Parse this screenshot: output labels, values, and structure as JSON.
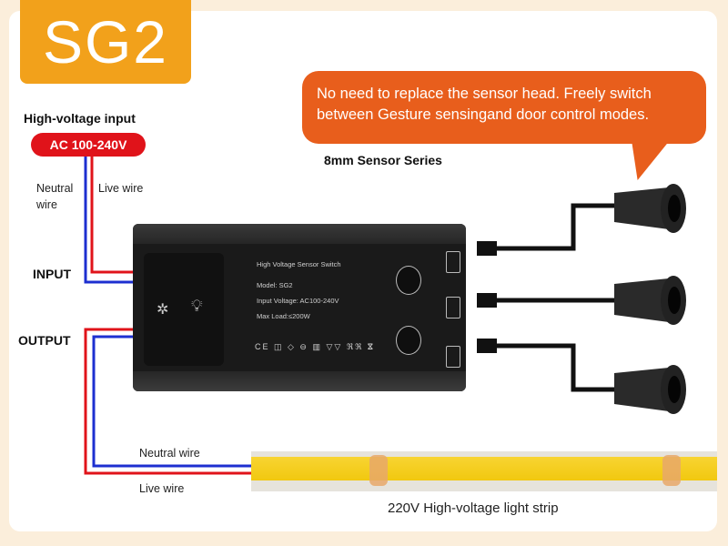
{
  "product": {
    "badge": "SG2",
    "badge_color": "#f2a11b"
  },
  "callout": {
    "line1": "No need to replace the sensor head. Freely switch",
    "line2": "between Gesture sensingand door control modes.",
    "color": "#e85e1c"
  },
  "sensors": {
    "title": "8mm Sensor Series",
    "count": 3
  },
  "input": {
    "heading": "High-voltage input",
    "voltage": "AC 100-240V",
    "neutral_label_1": "Neutral",
    "neutral_label_2": "wire",
    "live_label": "Live wire",
    "section_label": "INPUT"
  },
  "output": {
    "section_label": "OUTPUT",
    "neutral_label": "Neutral wire",
    "live_label": "Live wire"
  },
  "controller": {
    "title": "High Voltage Sensor Switch",
    "model": "Model: SG2",
    "input_voltage": "Input Voltage: AC100-240V",
    "max_load": "Max Load:≤200W",
    "certifications": "CE ◫ ◇ ⊖ ▥ ▽▽ ℜℜ ⴵ"
  },
  "strip": {
    "caption": "220V High-voltage light strip"
  },
  "wire_colors": {
    "live": "#e0131a",
    "neutral": "#1d2fd0"
  }
}
